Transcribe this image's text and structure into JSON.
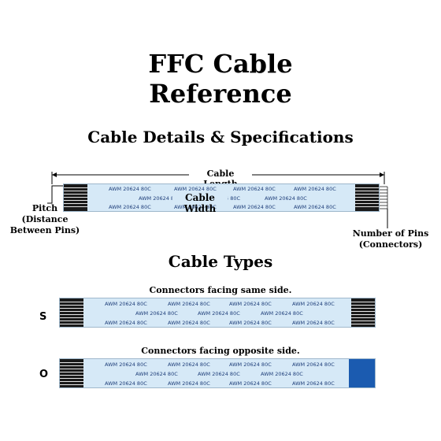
{
  "title_line1": "FFC Cable",
  "title_line2": "Reference",
  "section1_title": "Cable Details & Specifications",
  "cable_length_label": "Cable Length",
  "cable_width_label": "Cable Width",
  "pitch_label_line1": "Pitch",
  "pitch_label_line2": "(Distance",
  "pitch_label_line3": "Between Pins)",
  "pins_label_line1": "Number of Pins",
  "pins_label_line2": "(Connectors)",
  "section2_title": "Cable Types",
  "same_side_caption": "Connectors facing same side.",
  "opposite_side_caption": "Connectors facing opposite side.",
  "type_s": "S",
  "type_o": "O",
  "print_text": "AWM 20624 80C",
  "print_text_cut": "AWM 20624 8",
  "print_text_cut2": "4 80C",
  "colors": {
    "cable_fill": "#d6e9f7",
    "conductor_dark": "#1a1a1a",
    "stiffener_blue": "#1b5bb0"
  }
}
